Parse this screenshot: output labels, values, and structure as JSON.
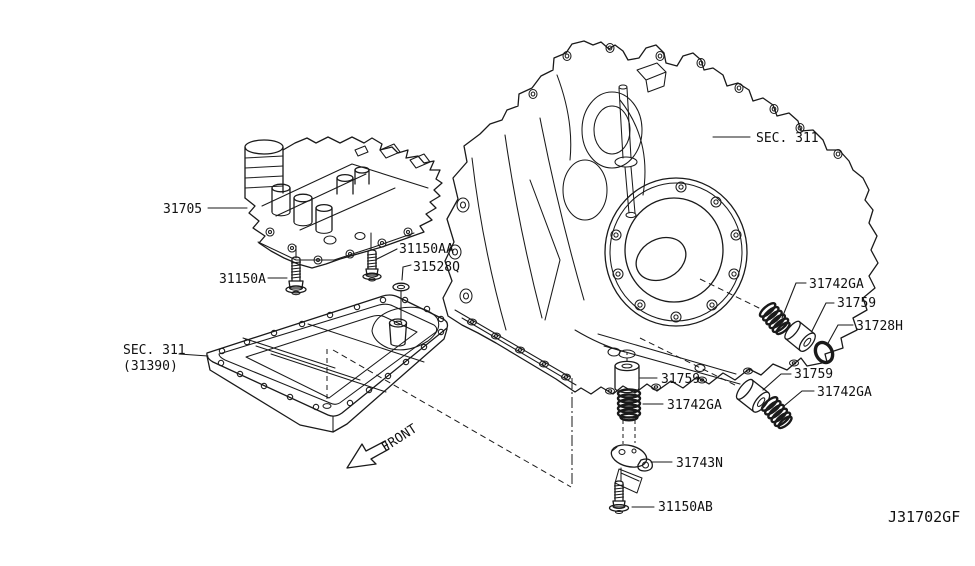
{
  "diagram": {
    "code": "J31702GF",
    "front_label": "FRONT",
    "background_color": "#ffffff",
    "line_color": "#1a1a1a"
  },
  "labels": {
    "valve_body": "31705",
    "bolt_front": "31150A",
    "bolt_rear": "31150AA",
    "washer": "31528Q",
    "case_section": "SEC. 311",
    "pan_section_line1": "SEC. 311",
    "pan_section_line2": "(31390)",
    "spring_upper": "31742GA",
    "valve_upper": "31759",
    "oring": "31728H",
    "valve_center": "31759",
    "spring_center": "31742GA",
    "valve_lower": "31759",
    "spring_lower": "31742GA",
    "bracket": "31743N",
    "bolt_bracket": "31150AB"
  }
}
